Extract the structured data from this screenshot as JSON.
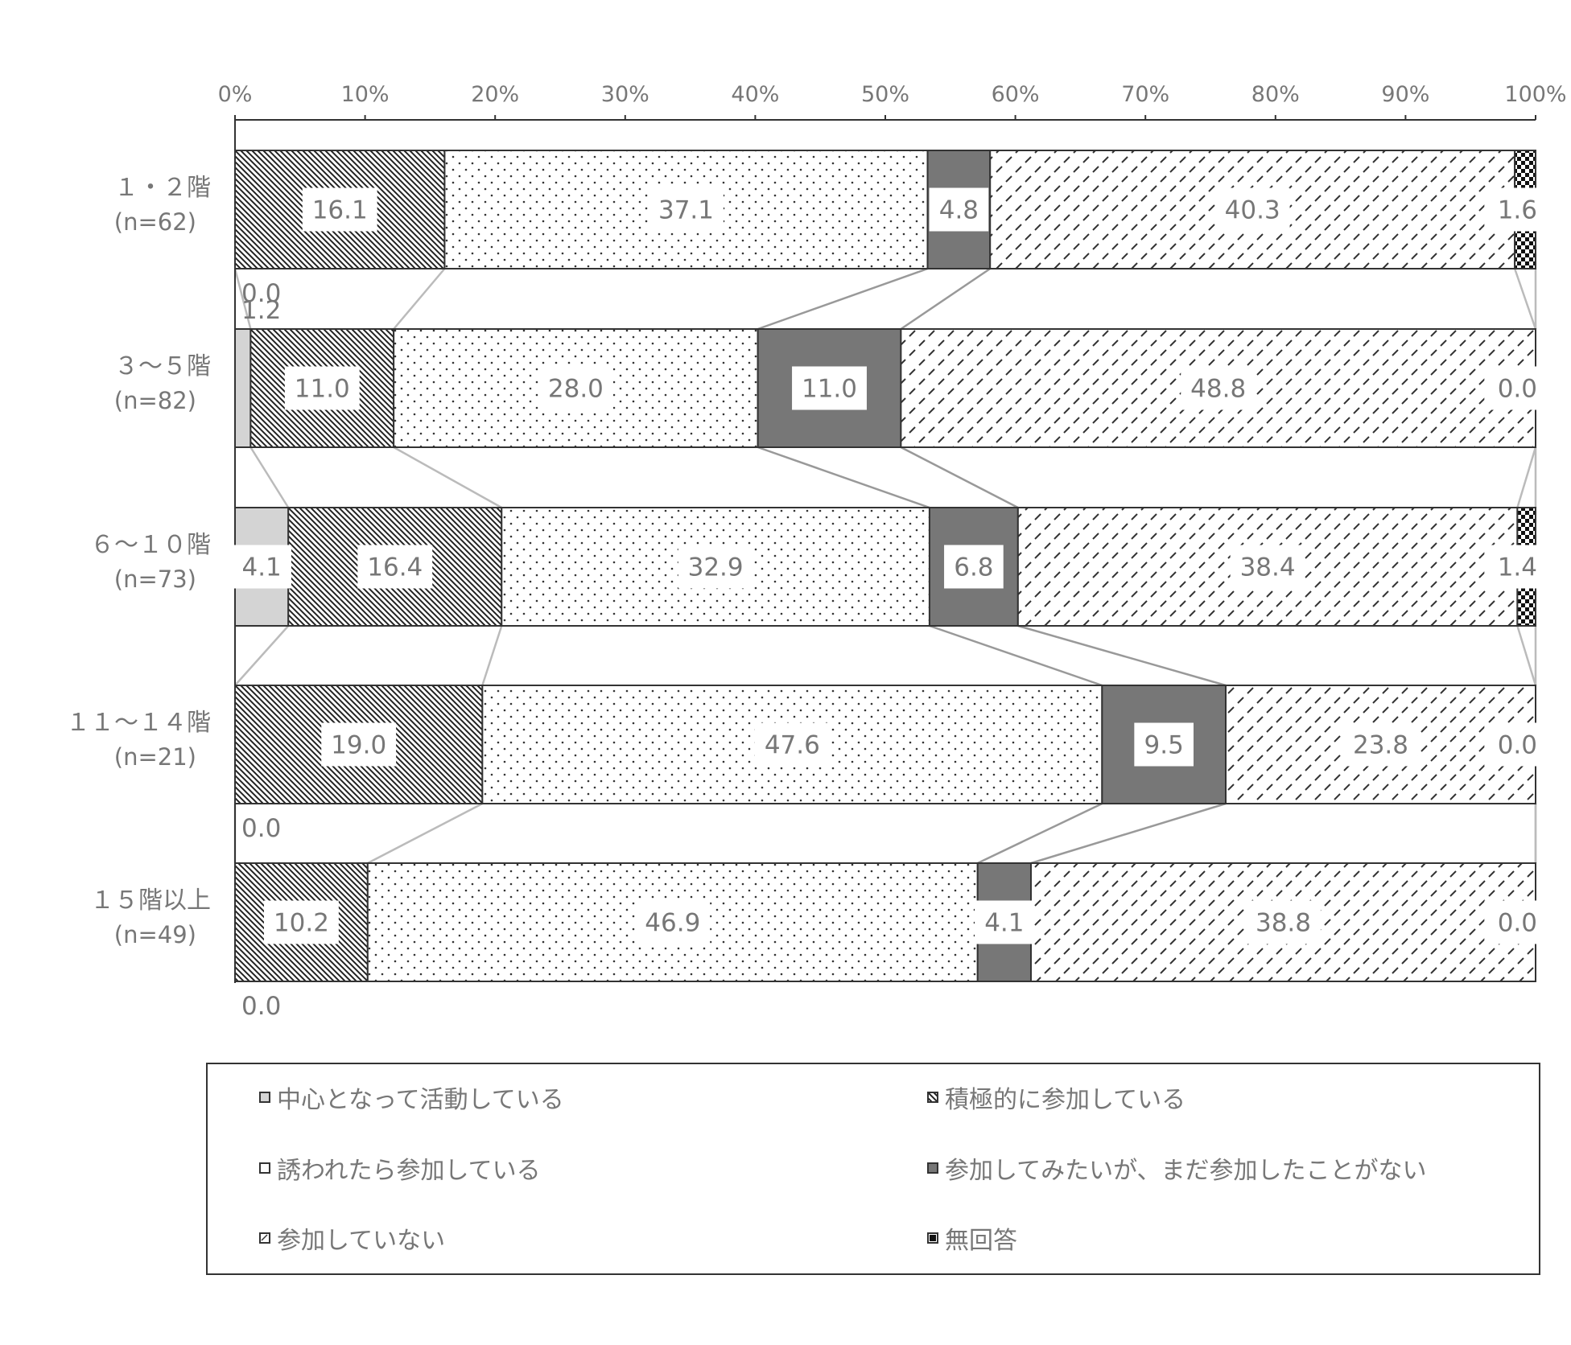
{
  "chart_data": {
    "type": "bar",
    "orientation": "horizontal",
    "stacked": true,
    "x_ticks": [
      "0%",
      "10%",
      "20%",
      "30%",
      "40%",
      "50%",
      "60%",
      "70%",
      "80%",
      "90%",
      "100%"
    ],
    "xlim": [
      0,
      100
    ],
    "grid": false,
    "legend_position": "bottom",
    "categories": [
      {
        "name": "１・２階",
        "n": "(n=62)"
      },
      {
        "name": "３～５階",
        "n": "(n=82)"
      },
      {
        "name": "６～１０階",
        "n": "(n=73)"
      },
      {
        "name": "１１～１４階",
        "n": "(n=21)"
      },
      {
        "name": "１５階以上",
        "n": "(n=49)"
      }
    ],
    "series": [
      {
        "name": "中心となって活動している",
        "values": [
          0.0,
          1.2,
          4.1,
          0.0,
          0.0
        ],
        "labels": [
          "0.0",
          "1.2",
          "4.1",
          "0.0",
          "0.0"
        ],
        "pattern": "solid-light"
      },
      {
        "name": "積極的に参加している",
        "values": [
          16.1,
          11.0,
          16.4,
          19.0,
          10.2
        ],
        "labels": [
          "16.1",
          "11.0",
          "16.4",
          "19.0",
          "10.2"
        ],
        "pattern": "hatch-dense"
      },
      {
        "name": "誘われたら参加している",
        "values": [
          37.1,
          28.0,
          32.9,
          47.6,
          46.9
        ],
        "labels": [
          "37.1",
          "28.0",
          "32.9",
          "47.6",
          "46.9"
        ],
        "pattern": "dots"
      },
      {
        "name": "参加してみたいが、まだ参加したことがない",
        "values": [
          4.8,
          11.0,
          6.8,
          9.5,
          4.1
        ],
        "labels": [
          "4.8",
          "11.0",
          "6.8",
          "9.5",
          "4.1"
        ],
        "pattern": "solid-dark"
      },
      {
        "name": "参加していない",
        "values": [
          40.3,
          48.8,
          38.4,
          23.8,
          38.8
        ],
        "labels": [
          "40.3",
          "48.8",
          "38.4",
          "23.8",
          "38.8"
        ],
        "pattern": "dashes"
      },
      {
        "name": "無回答",
        "values": [
          1.6,
          0.0,
          1.4,
          0.0,
          0.0
        ],
        "labels": [
          "1.6",
          "0.0",
          "1.4",
          "0.0",
          "0.0"
        ],
        "pattern": "checker"
      }
    ],
    "colors": {
      "text": "#777777",
      "bar_outline": "#333333",
      "dark": "#777777",
      "light": "#d4d4d4",
      "connector": "#bbbbbb",
      "connector_dark": "#999999"
    }
  }
}
